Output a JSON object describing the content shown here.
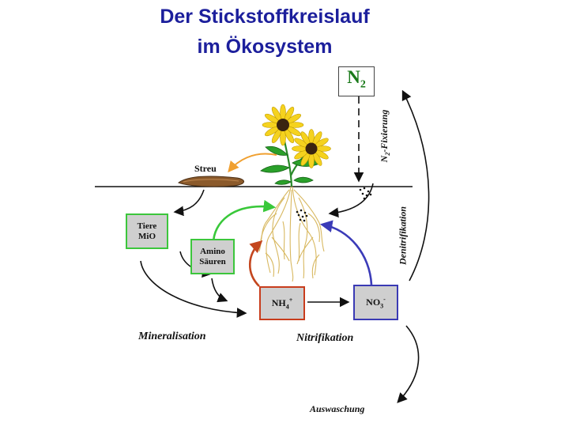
{
  "title": {
    "line1": "Der Stickstoffkreislauf",
    "line2": "im Ökosystem"
  },
  "nodes": {
    "n2": "N",
    "n2_sub": "2",
    "tiere_line1": "Tiere",
    "tiere_line2": "MiO",
    "amino_line1": "Amino",
    "amino_line2": "Säuren",
    "nh4_main": "NH",
    "nh4_sub": "4",
    "nh4_sup": "+",
    "no3_main": "NO",
    "no3_sub": "3",
    "no3_sup": "-"
  },
  "labels": {
    "streu": "Streu",
    "fixierung_pre": "N",
    "fixierung_sub": "2",
    "fixierung_post": "-Fixierung",
    "denitrifikation": "Denitrifikation",
    "mineralisation": "Mineralisation",
    "nitrifikation": "Nitrifikation",
    "auswaschung": "Auswaschung"
  },
  "colors": {
    "title": "#1c1f9c",
    "green_box": "#3cc63c",
    "red_box": "#c83c1c",
    "blue_box": "#3a3ab4",
    "green_arrow": "#39c83a",
    "red_arrow": "#c4461e",
    "blue_arrow": "#3b3bb8",
    "orange_arrow": "#f0a030",
    "box_fill": "#cfcfcf",
    "leaf": "#2aa02a",
    "petal": "#f5d21e",
    "roots": "#d8b860",
    "litter": "#8b5a2b"
  }
}
